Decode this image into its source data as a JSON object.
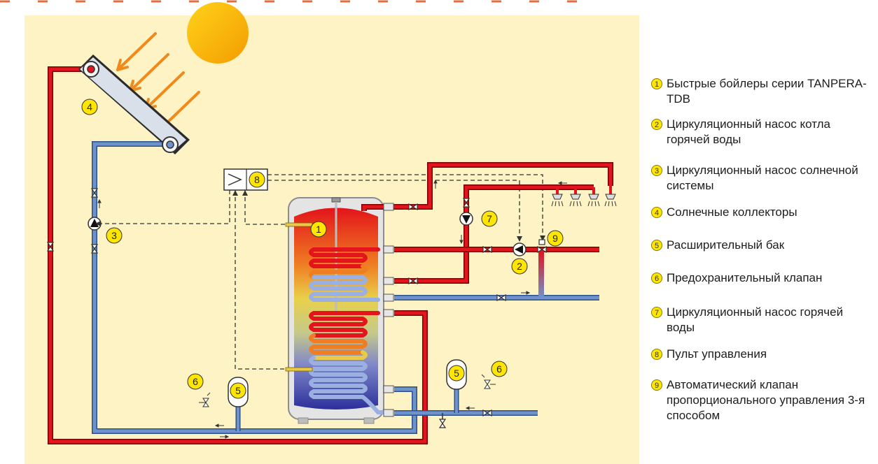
{
  "legend": [
    {
      "num": "1",
      "text": "Быстрые бойлеры серии TANPERA-TDB"
    },
    {
      "num": "2",
      "text": "Циркуляционный насос котла горячей воды"
    },
    {
      "num": "3",
      "text": "Циркуляционный насос солнечной системы"
    },
    {
      "num": "4",
      "text": "Солнечные коллекторы"
    },
    {
      "num": "5",
      "text": "Расширительный бак"
    },
    {
      "num": "6",
      "text": "Предохранительный клапан"
    },
    {
      "num": "7",
      "text": "Циркуляционный насос горячей воды"
    },
    {
      "num": "8",
      "text": "Пульт управления"
    },
    {
      "num": "9",
      "text": "Автоматический клапан пропорционального управления 3-я способом"
    }
  ],
  "markers": {
    "tank": "1",
    "boiler_pump": "2",
    "solar_pump": "3",
    "collector": "4",
    "expansion_left": "5",
    "expansion_right": "5",
    "safety_left": "6",
    "safety_right": "6",
    "hot_pump": "7",
    "control": "8",
    "mix_valve": "9"
  },
  "colors": {
    "panel": "#fdf3c4",
    "hot_pipe": "#e3141b",
    "cold_pipe": "#6e93cc",
    "sun": "#fbb900",
    "arrows": "#f08a1c",
    "marker": "#ffe600",
    "header_line": "#e86c3a"
  }
}
